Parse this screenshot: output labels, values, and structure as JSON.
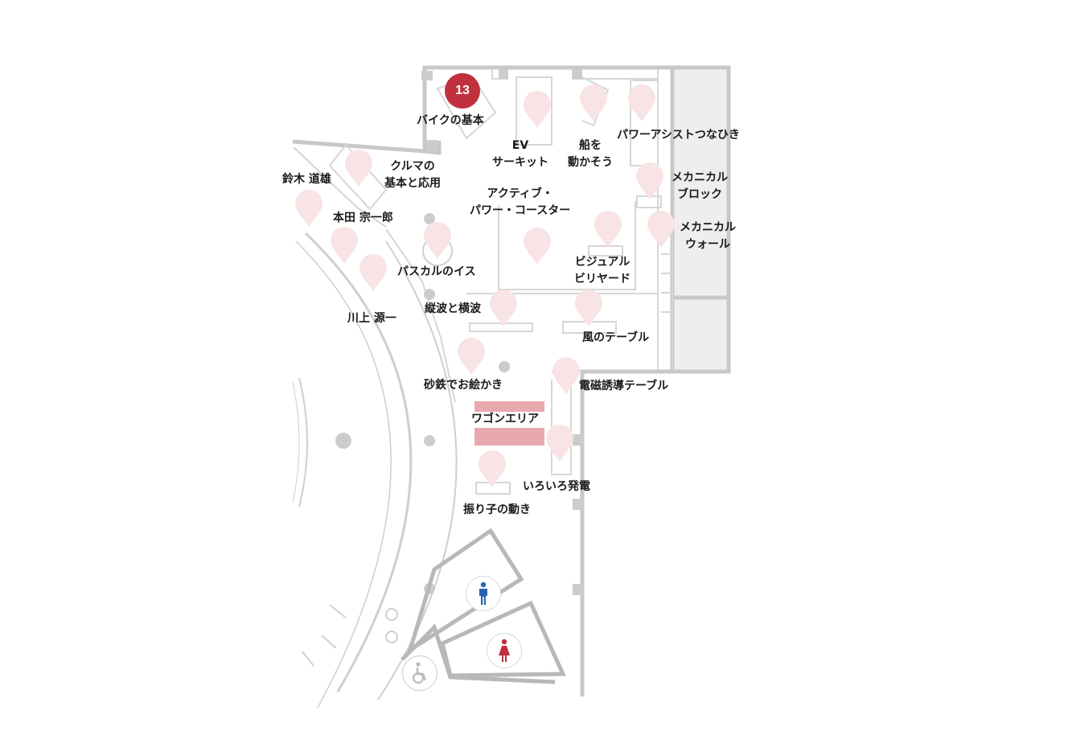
{
  "active_exhibit": {
    "number": "13",
    "label": "バイクの基本"
  },
  "colors": {
    "active": "#c0303f",
    "pin": "#f8e3e5",
    "wagon": "#e8a9ae",
    "men": "#2a62b4",
    "women": "#c0303f",
    "wall": "#cccccc"
  },
  "exhibits": [
    {
      "id": "bike",
      "lines": [
        "バイクの基本"
      ]
    },
    {
      "id": "ev",
      "lines": [
        "EV",
        "サーキット"
      ]
    },
    {
      "id": "ship",
      "lines": [
        "船を",
        "動かそう"
      ]
    },
    {
      "id": "power-assist",
      "lines": [
        "パワーアシストつなひき"
      ]
    },
    {
      "id": "car",
      "lines": [
        "クルマの",
        "基本と応用"
      ]
    },
    {
      "id": "suzuki",
      "lines": [
        "鈴木 道雄"
      ]
    },
    {
      "id": "honda",
      "lines": [
        "本田 宗一郎"
      ]
    },
    {
      "id": "kawakami",
      "lines": [
        "川上 源一"
      ]
    },
    {
      "id": "active-coaster",
      "lines": [
        "アクティブ・",
        "パワー・コースター"
      ]
    },
    {
      "id": "mech-block",
      "lines": [
        "メカニカル",
        "ブロック"
      ]
    },
    {
      "id": "mech-wall",
      "lines": [
        "メカニカル",
        "ウォール"
      ]
    },
    {
      "id": "pascal",
      "lines": [
        "パスカルのイス"
      ]
    },
    {
      "id": "billiard",
      "lines": [
        "ビジュアル",
        "ビリヤード"
      ]
    },
    {
      "id": "waves",
      "lines": [
        "縦波と横波"
      ]
    },
    {
      "id": "wind",
      "lines": [
        "風のテーブル"
      ]
    },
    {
      "id": "iron-sand",
      "lines": [
        "砂鉄でお絵かき"
      ]
    },
    {
      "id": "induction",
      "lines": [
        "電磁誘導テーブル"
      ]
    },
    {
      "id": "wagon",
      "lines": [
        "ワゴンエリア"
      ]
    },
    {
      "id": "generation",
      "lines": [
        "いろいろ発電"
      ]
    },
    {
      "id": "pendulum",
      "lines": [
        "振り子の動き"
      ]
    }
  ],
  "icons": {
    "pin": "map-pin-icon",
    "men": "men-restroom-icon",
    "women": "women-restroom-icon",
    "accessible": "wheelchair-icon"
  }
}
